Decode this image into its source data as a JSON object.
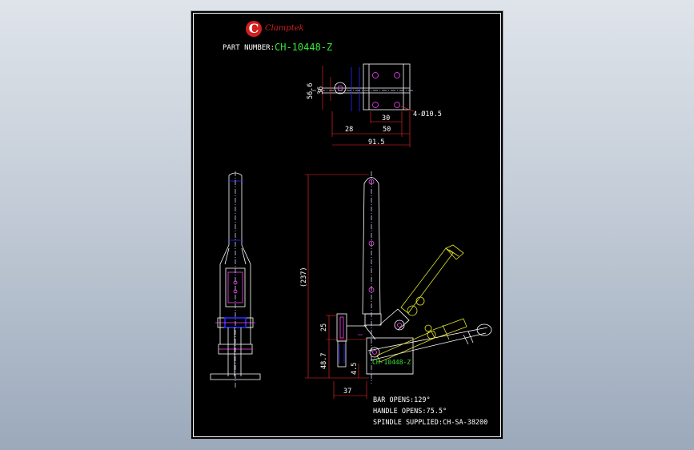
{
  "logo": {
    "mark": "C",
    "brand": "Clamptek"
  },
  "part": {
    "label": "PART NUMBER:",
    "value": "CH-10448-Z"
  },
  "dims": {
    "d56_6": "56.6",
    "d36": "36",
    "d30": "30",
    "d28": "28",
    "d50": "50",
    "d91_5": "91.5",
    "holes": "4-Ø10.5",
    "d237": "(237)",
    "d25": "25",
    "d48_7": "48.7",
    "d4_5": "4.5",
    "d37": "37"
  },
  "plate_text": "CH-10448-Z",
  "notes": {
    "bar": "BAR OPENS:129°",
    "handle": "HANDLE OPENS:75.5°",
    "spindle": "SPINDLE SUPPLIED:CH-SA-38200"
  },
  "colors": {
    "background": "#000000",
    "outline": "#ffffff",
    "dimension": "#ff2a2a",
    "centerline": "#d0d0ff",
    "hole": "#ff44ff",
    "pin": "#2a2aff",
    "open_position": "#e5e52a",
    "part_number": "#35e535",
    "logo": "#d21f1f"
  }
}
